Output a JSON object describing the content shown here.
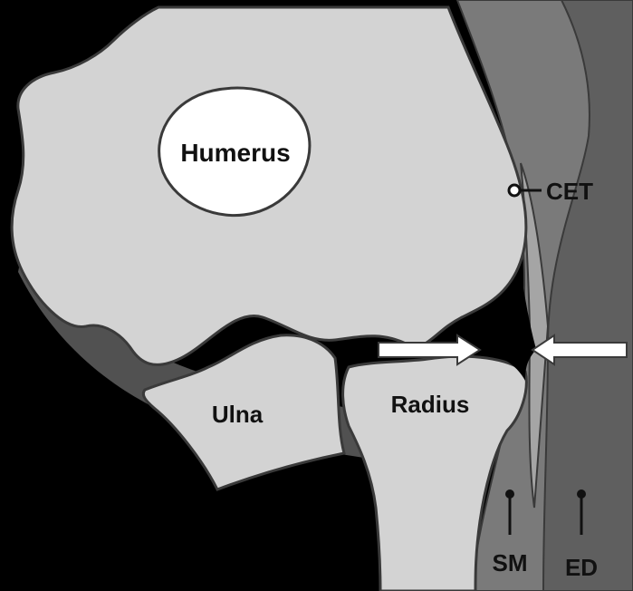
{
  "labels": {
    "humerus": "Humerus",
    "ulna": "Ulna",
    "radius": "Radius",
    "cet": "CET",
    "sm": "SM",
    "ed": "ED"
  },
  "colors": {
    "background": "#000000",
    "bone": "#d3d3d3",
    "muscle_light": "#7a7a7a",
    "muscle_dark": "#5f5f5f",
    "outline": "#3a3a3a",
    "marrow": "#ffffff",
    "recess": "#000000",
    "arrow_fill": "#ffffff"
  },
  "annotations": {
    "arrows": [
      {
        "name": "arrow-left-pointing-right",
        "direction": "right"
      },
      {
        "name": "arrow-right-pointing-left",
        "direction": "left"
      }
    ]
  }
}
